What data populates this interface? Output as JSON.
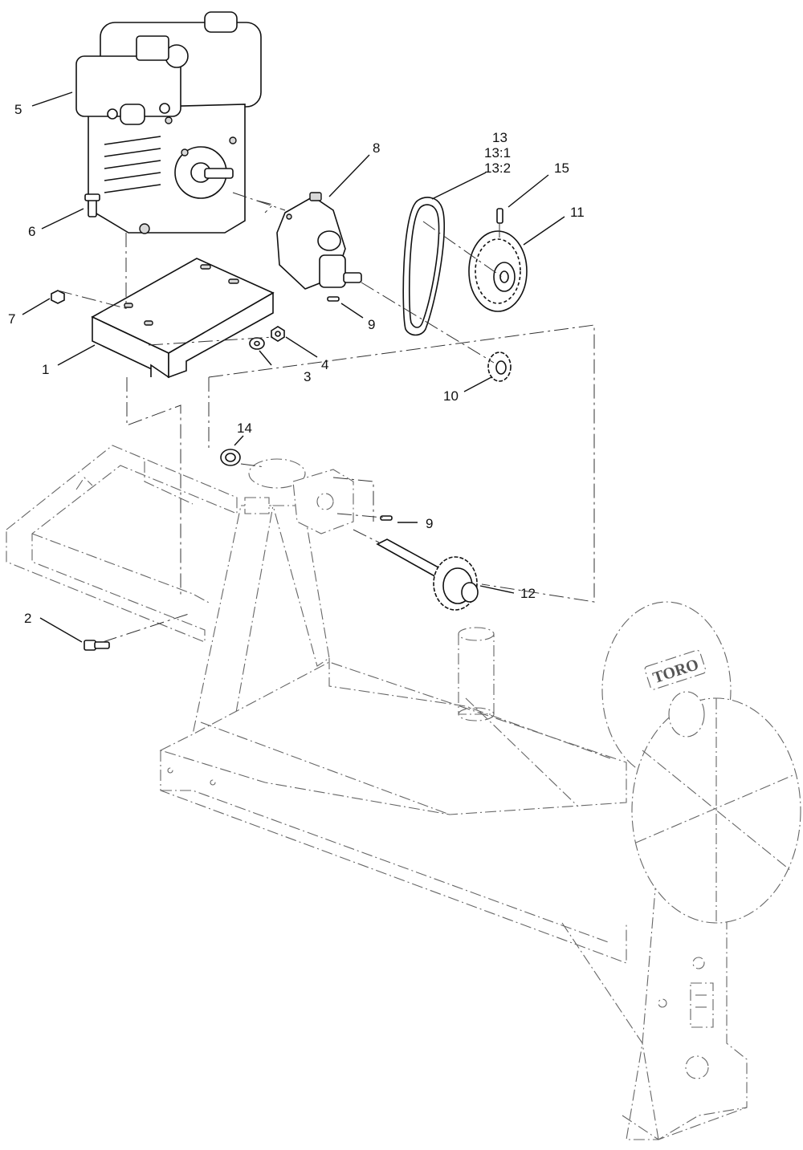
{
  "callouts": {
    "c1": "1",
    "c2": "2",
    "c3": "3",
    "c4": "4",
    "c5": "5",
    "c6": "6",
    "c7": "7",
    "c8": "8",
    "c9a": "9",
    "c9b": "9",
    "c10": "10",
    "c11": "11",
    "c12": "12",
    "c13": "13",
    "c13_1": "13:1",
    "c13_2": "13:2",
    "c14": "14",
    "c15": "15"
  },
  "brand_logo_text": "TORO",
  "colors": {
    "line": "#111111",
    "phantom": "#666666",
    "background": "#ffffff"
  }
}
